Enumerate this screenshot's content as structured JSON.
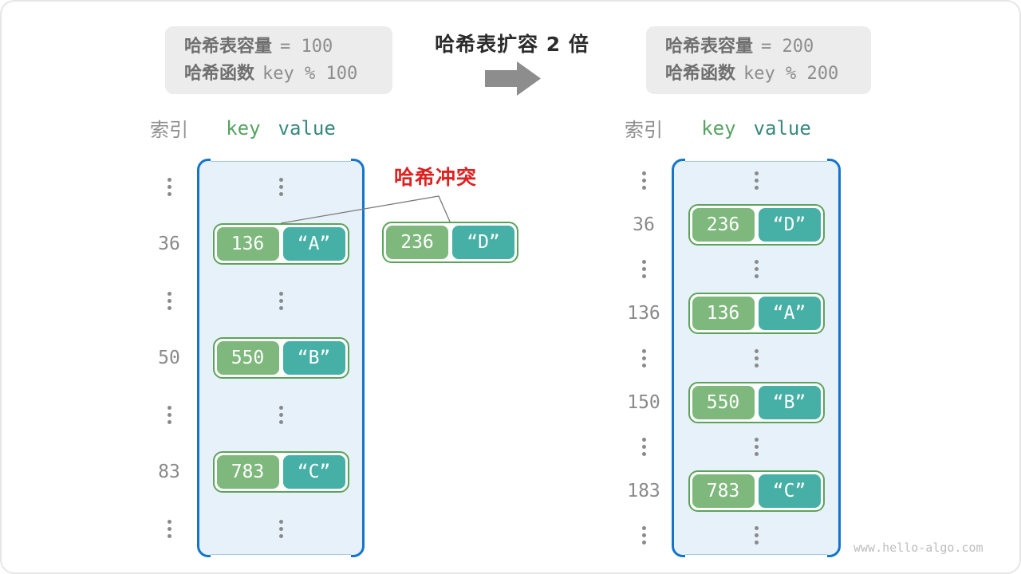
{
  "top": {
    "left_box": {
      "line1_label": "哈希表容量",
      "line1_value": "= 100",
      "line2_label": "哈希函数",
      "line2_value": "key % 100"
    },
    "title": "哈希表扩容 2 倍",
    "arrow_icon": "right-arrow",
    "right_box": {
      "line1_label": "哈希表容量",
      "line1_value": "= 200",
      "line2_label": "哈希函数",
      "line2_value": "key % 200"
    }
  },
  "collision": {
    "label": "哈希冲突",
    "pair": {
      "key": "236",
      "value": "“D”"
    }
  },
  "left_table": {
    "headers": {
      "index": "索引",
      "key": "key",
      "value": "value"
    },
    "rows": [
      {
        "index": "⋮",
        "dots": true
      },
      {
        "index": "36",
        "key": "136",
        "value": "“A”"
      },
      {
        "index": "⋮",
        "dots": true
      },
      {
        "index": "50",
        "key": "550",
        "value": "“B”"
      },
      {
        "index": "⋮",
        "dots": true
      },
      {
        "index": "83",
        "key": "783",
        "value": "“C”"
      },
      {
        "index": "⋮",
        "dots": true
      }
    ]
  },
  "right_table": {
    "headers": {
      "index": "索引",
      "key": "key",
      "value": "value"
    },
    "rows": [
      {
        "index": "⋮",
        "dots": true
      },
      {
        "index": "36",
        "key": "236",
        "value": "“D”"
      },
      {
        "index": "⋮",
        "dots": true
      },
      {
        "index": "136",
        "key": "136",
        "value": "“A”"
      },
      {
        "index": "⋮",
        "dots": true
      },
      {
        "index": "150",
        "key": "550",
        "value": "“B”"
      },
      {
        "index": "⋮",
        "dots": true
      },
      {
        "index": "183",
        "key": "783",
        "value": "“C”"
      },
      {
        "index": "⋮",
        "dots": true
      }
    ]
  },
  "watermark": "www.hello-algo.com",
  "colors": {
    "key_green": "#7eb87c",
    "value_teal": "#46b0a6",
    "pair_border": "#5ca35a",
    "container_fill": "#e7f1fa",
    "container_border": "#1474cc",
    "collision_red": "#e01f1f",
    "arrow_gray": "#8d8d8d",
    "info_box_bg": "#ececec"
  }
}
